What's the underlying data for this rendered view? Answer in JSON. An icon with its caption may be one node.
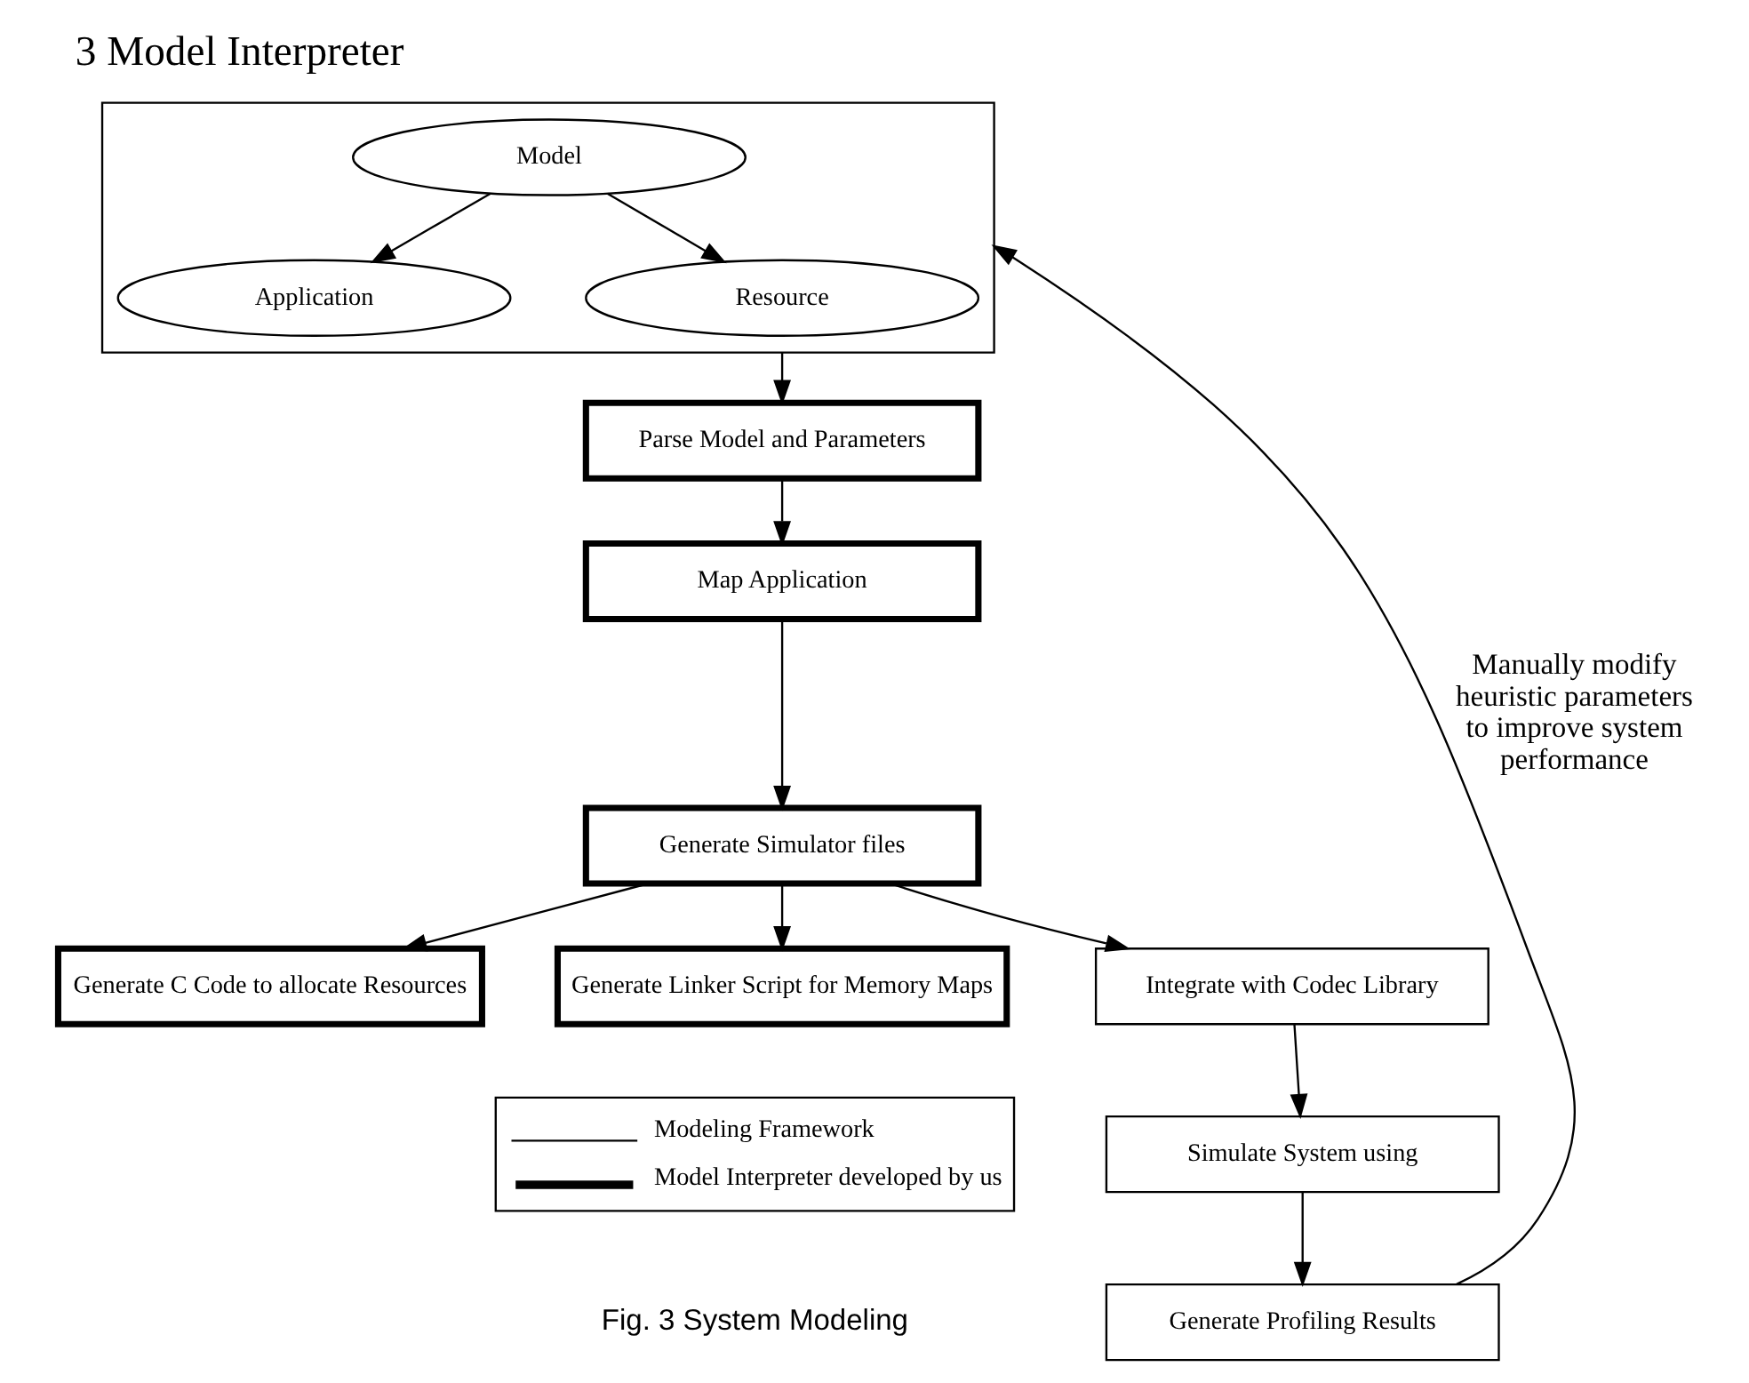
{
  "diagram": {
    "title": "3 Model Interpreter",
    "caption": "Fig. 3 System Modeling",
    "nodes": [
      {
        "text": [],
        "shape": "box"
      },
      {
        "text": [
          "Model"
        ],
        "in": 0
      },
      {
        "text": [
          "Application"
        ],
        "in": 0
      },
      {
        "text": [
          "Resource"
        ],
        "in": 0
      },
      {
        "text": [
          "Parse Model and Parameters"
        ]
      },
      {
        "text": [
          "Map Application"
        ]
      },
      {
        "text": [
          "Generate C Code to allocate Resources"
        ]
      },
      {
        "text": [
          "Generate Simulator files"
        ]
      },
      {
        "text": [
          "Generate Linker Script for Memory Maps"
        ]
      },
      {
        "text": [
          "Integrate with Codec Library"
        ]
      },
      {
        "text": [
          "Simulate System using"
        ]
      },
      {
        "text": [
          "Generate Profiling Results"
        ]
      }
    ],
    "edges": [
      {
        "from": 1,
        "to": 2,
        "arrow": "to"
      },
      {
        "from": 1,
        "to": 3,
        "arrow": "to"
      },
      {
        "from": 0,
        "to": 4,
        "arrow": "to"
      },
      {
        "from": 4,
        "to": 5,
        "arrow": "to"
      },
      {
        "from": 5,
        "to": 7,
        "arrow": "to"
      },
      {
        "from": 7,
        "to": 6,
        "arrow": "to"
      },
      {
        "from": 7,
        "to": 8,
        "arrow": "to"
      },
      {
        "from": 7,
        "to": 9,
        "arrow": "to"
      },
      {
        "from": 9,
        "to": 10,
        "arrow": "to"
      },
      {
        "from": 10,
        "to": 11,
        "arrow": "to"
      },
      {
        "from": 11,
        "to": 0,
        "arrow": "to",
        "label": "Manually modify heuristic parameters to improve system performance"
      }
    ],
    "legend": [
      {
        "text": "Modeling Framework"
      },
      {
        "text": "Model Interpreter developed by us"
      }
    ]
  }
}
